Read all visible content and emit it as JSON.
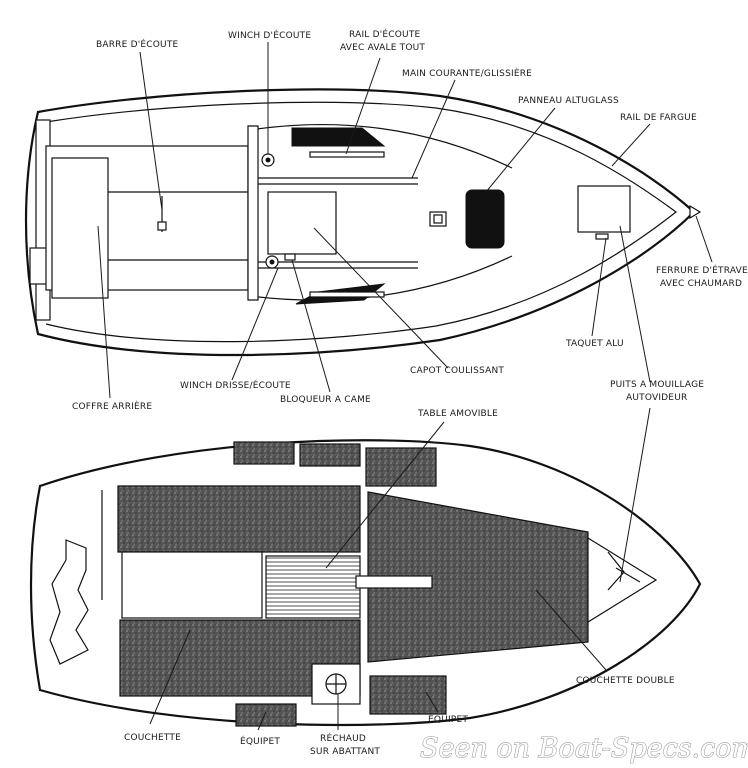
{
  "labels": {
    "barre_ecoute": "BARRE D'ÉCOUTE",
    "winch_ecoute": "WINCH D'ÉCOUTE",
    "rail_ecoute_l1": "RAIL D'ÉCOUTE",
    "rail_ecoute_l2": "AVEC AVALE TOUT",
    "main_courante": "MAIN COURANTE/GLISSIÈRE",
    "panneau": "PANNEAU ALTUGLASS",
    "rail_fargue": "RAIL DE FARGUE",
    "ferrure_l1": "FERRURE D'ÉTRAVE",
    "ferrure_l2": "AVEC CHAUMARD",
    "taquet": "TAQUET ALU",
    "capot": "CAPOT COULISSANT",
    "winch_drisse": "WINCH DRISSE/ÉCOUTE",
    "bloqueur": "BLOQUEUR A CAME",
    "puits_l1": "PUITS A MOUILLAGE",
    "puits_l2": "AUTOVIDEUR",
    "coffre": "COFFRE ARRIÈRE",
    "table": "TABLE AMOVIBLE",
    "couchette_double": "COUCHETTE DOUBLE",
    "couchette": "COUCHETTE",
    "equipet_left": "ÉQUIPET",
    "rechaud_l1": "RÉCHAUD",
    "rechaud_l2": "SUR ABATTANT",
    "equipet_right": "ÉQUIPET"
  },
  "watermark": "Seen on Boat-Specs.com"
}
